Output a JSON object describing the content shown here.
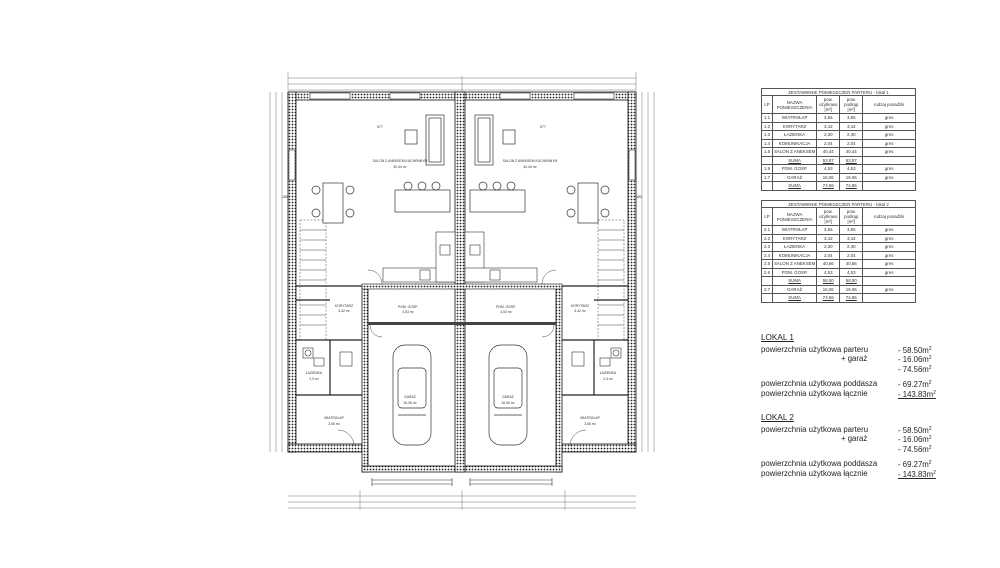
{
  "plan": {
    "rooms": {
      "salon_left": "SALON Z ANEKSEM KUCHENNYM",
      "salon_left_area": "40,44 m²",
      "salon_right": "SALON Z ANEKSEM KUCHENNYM",
      "salon_right_area": "40,44 m²",
      "pom_gosp_left": "POM. GOSP.",
      "pom_gosp_left_area": "4,53 m²",
      "pom_gosp_right": "POM. GOSP.",
      "pom_gosp_right_area": "4,53 m²",
      "korytarz_left": "KORYTARZ",
      "korytarz_left_area": "3,42 m²",
      "korytarz_right": "KORYTARZ",
      "korytarz_right_area": "3,42 m²",
      "lazienka_left": "ŁAZIENKA",
      "lazienka_left_area": "2,3 m²",
      "lazienka_right": "ŁAZIENKA",
      "lazienka_right_area": "2,3 m²",
      "wiatrolap_left": "WIATROŁAP",
      "wiatrolap_left_area": "3,55 m²",
      "wiatrolap_right": "WIATROŁAP",
      "wiatrolap_right_area": "3,55 m²",
      "garaz_left": "GARAŻ",
      "garaz_left_area": "16,06 m²",
      "garaz_right": "GARAŻ",
      "garaz_right_area": "16,06 m²"
    },
    "dims": [
      "577",
      "577",
      "180",
      "180"
    ]
  },
  "table1": {
    "title": "ZESTAWIENIE POMIESZCZEŃ PARTERU - lokal 1",
    "headers": [
      "LP",
      "NAZWA POMIESZCZENIA",
      "pow. użytkowa [m²]",
      "pow. podłogi [m²]",
      "rodzaj posadzki"
    ],
    "rows": [
      [
        "1.1",
        "WIATROŁAP",
        "3,55",
        "3,55",
        "gres"
      ],
      [
        "1.2",
        "KORYTARZ",
        "3,42",
        "3,42",
        "gres"
      ],
      [
        "1.3",
        "ŁAZIENKA",
        "2,30",
        "2,30",
        "gres"
      ],
      [
        "1.4",
        "KOMUNIKACJA",
        "2,04",
        "2,04",
        "gres"
      ],
      [
        "1.5",
        "SALON Z ANEKSEM",
        "40,44",
        "40,44",
        "gres"
      ],
      [
        "",
        "SUMA",
        "53,97",
        "53,97",
        ""
      ],
      [
        "1.6",
        "POM. GOSP.",
        "4,53",
        "4,53",
        "gres"
      ],
      [
        "1.7",
        "GARAŻ",
        "16,06",
        "16,06",
        "gres"
      ],
      [
        "",
        "SUMA",
        "74,56",
        "74,56",
        ""
      ]
    ]
  },
  "table2": {
    "title": "ZESTAWIENIE POMIESZCZEŃ PARTERU - lokal 2",
    "headers": [
      "LP",
      "NAZWA POMIESZCZENIA",
      "pow. użytkowa [m²]",
      "pow. podłogi [m²]",
      "rodzaj posadzki"
    ],
    "rows": [
      [
        "2.1",
        "WIATROŁAP",
        "3,55",
        "3,55",
        "gres"
      ],
      [
        "2.2",
        "KORYTARZ",
        "3,42",
        "3,42",
        "gres"
      ],
      [
        "2.3",
        "ŁAZIENKA",
        "2,30",
        "2,30",
        "gres"
      ],
      [
        "2.4",
        "KOMUNIKACJA",
        "2,04",
        "2,04",
        "gres"
      ],
      [
        "2.5",
        "SALON Z ANEKSEM",
        "40,66",
        "40,66",
        "gres"
      ],
      [
        "2.6",
        "POM. GOSP.",
        "4,53",
        "4,53",
        "gres"
      ],
      [
        "",
        "SUMA",
        "58,50",
        "58,50",
        ""
      ],
      [
        "2.7",
        "GARAŻ",
        "16,06",
        "16,06",
        "gres"
      ],
      [
        "",
        "SUMA",
        "74,56",
        "74,56",
        ""
      ]
    ]
  },
  "lokal1": {
    "heading": "LOKAL 1",
    "l_parter": "powierzchnia użytkowa parteru",
    "v_parter": "- 58.50m",
    "l_garaz": "+ garaż",
    "v_garaz": "- 16.06m",
    "v_total": "- 74.56m",
    "l_poddasze": "powierzchnia użytkowa poddasza",
    "v_poddasze": "- 69.27m",
    "l_laczna": "powierzchnia użytkowa łącznie",
    "v_laczna": "- 143.83m"
  },
  "lokal2": {
    "heading": "LOKAL 2",
    "l_parter": "powierzchnia użytkowa parteru",
    "v_parter": "- 58.50m",
    "l_garaz": "+ garaż",
    "v_garaz": "- 16.06m",
    "v_total": "- 74.56m",
    "l_poddasze": "powierzchnia użytkowa poddasza",
    "v_poddasze": "- 69.27m",
    "l_laczna": "powierzchnia użytkowa łącznie",
    "v_laczna": "- 143.83m"
  },
  "unit_sup": "2"
}
